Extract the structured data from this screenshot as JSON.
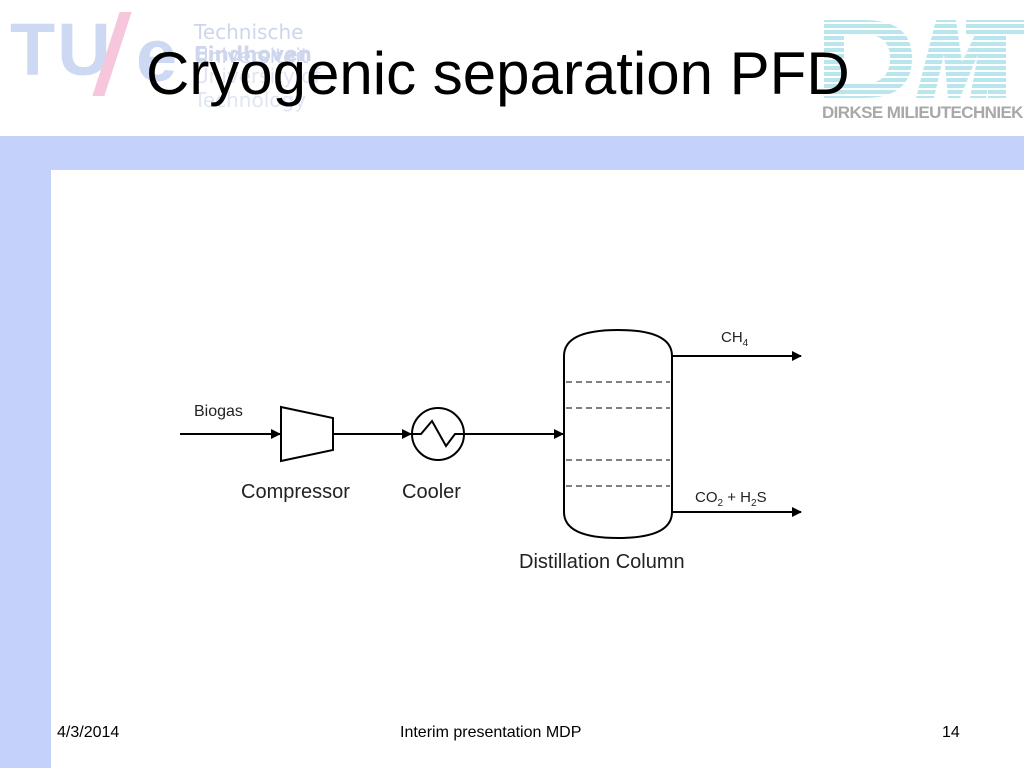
{
  "header": {
    "logo_left": {
      "tu": "TU",
      "e": "e",
      "lines": [
        "Technische Universiteit",
        "Eindhoven",
        "University of Technology"
      ]
    },
    "title": "Cryogenic separation PFD",
    "logo_right": {
      "mark": "DMT",
      "caption": "DIRKSE MILIEUTECHNIEK"
    }
  },
  "diagram": {
    "streams": {
      "inlet": "Biogas",
      "top_product": {
        "base": "CH",
        "sub": "4"
      },
      "bottom_product": {
        "p1": "CO",
        "s1": "2",
        "p2": " + H",
        "s2": "2",
        "p3": "S"
      }
    },
    "units": {
      "compressor": "Compressor",
      "cooler": "Cooler",
      "column": "Distillation Column"
    }
  },
  "footer": {
    "date": "4/3/2014",
    "center": "Interim presentation MDP",
    "page": "14"
  },
  "colors": {
    "band": "#c3d1fb",
    "logo_blue": "#cdd8f2",
    "logo_pink": "#f6c6dc",
    "dmt_cyan": "#b9e6ec"
  }
}
